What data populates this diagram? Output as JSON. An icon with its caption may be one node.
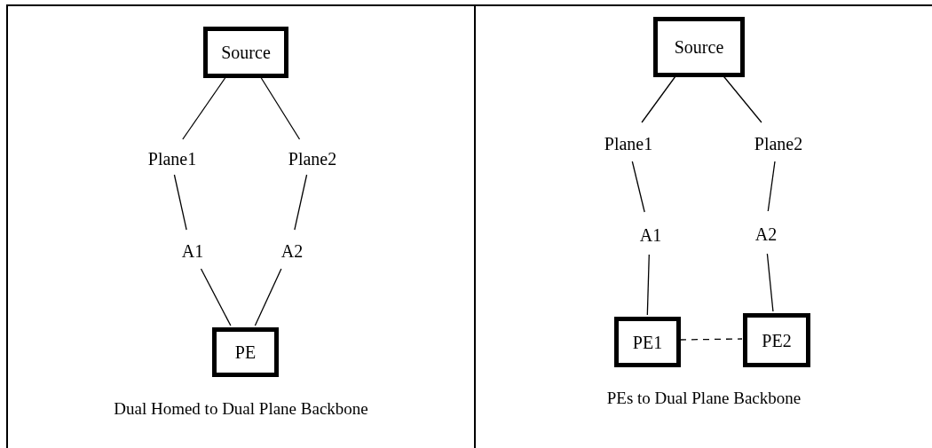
{
  "diagram": {
    "nodes": [
      {
        "text": [
          "Dual Homed to Dual Plane Backbone"
        ]
      },
      {
        "text": [
          "Source"
        ],
        "in": 0
      },
      {
        "text": [
          "Plane1"
        ],
        "in": 0
      },
      {
        "text": [
          "Plane2"
        ],
        "in": 0
      },
      {
        "text": [
          "A1"
        ],
        "in": 0
      },
      {
        "text": [
          "A2"
        ],
        "in": 0
      },
      {
        "text": [
          "PE"
        ],
        "in": 0
      },
      {
        "text": [
          "PEs to Dual Plane Backbone"
        ]
      },
      {
        "text": [
          "Source"
        ],
        "in": 7
      },
      {
        "text": [
          "Plane1"
        ],
        "in": 7
      },
      {
        "text": [
          "Plane2"
        ],
        "in": 7
      },
      {
        "text": [
          "A1"
        ],
        "in": 7
      },
      {
        "text": [
          "A2"
        ],
        "in": 7
      },
      {
        "text": [
          "PE1"
        ],
        "in": 7
      },
      {
        "text": [
          "PE2"
        ],
        "in": 7
      }
    ],
    "edges": [
      {
        "from": 1,
        "to": 2,
        "arrow": "none"
      },
      {
        "from": 1,
        "to": 3,
        "arrow": "none"
      },
      {
        "from": 2,
        "to": 4,
        "arrow": "none"
      },
      {
        "from": 3,
        "to": 5,
        "arrow": "none"
      },
      {
        "from": 4,
        "to": 6,
        "arrow": "none"
      },
      {
        "from": 5,
        "to": 6,
        "arrow": "none"
      },
      {
        "from": 8,
        "to": 9,
        "arrow": "none"
      },
      {
        "from": 8,
        "to": 10,
        "arrow": "none"
      },
      {
        "from": 9,
        "to": 11,
        "arrow": "none"
      },
      {
        "from": 10,
        "to": 12,
        "arrow": "none"
      },
      {
        "from": 11,
        "to": 13,
        "arrow": "none"
      },
      {
        "from": 12,
        "to": 14,
        "arrow": "none"
      },
      {
        "from": 13,
        "to": 14,
        "arrow": "none",
        "style": "dashed"
      }
    ]
  }
}
